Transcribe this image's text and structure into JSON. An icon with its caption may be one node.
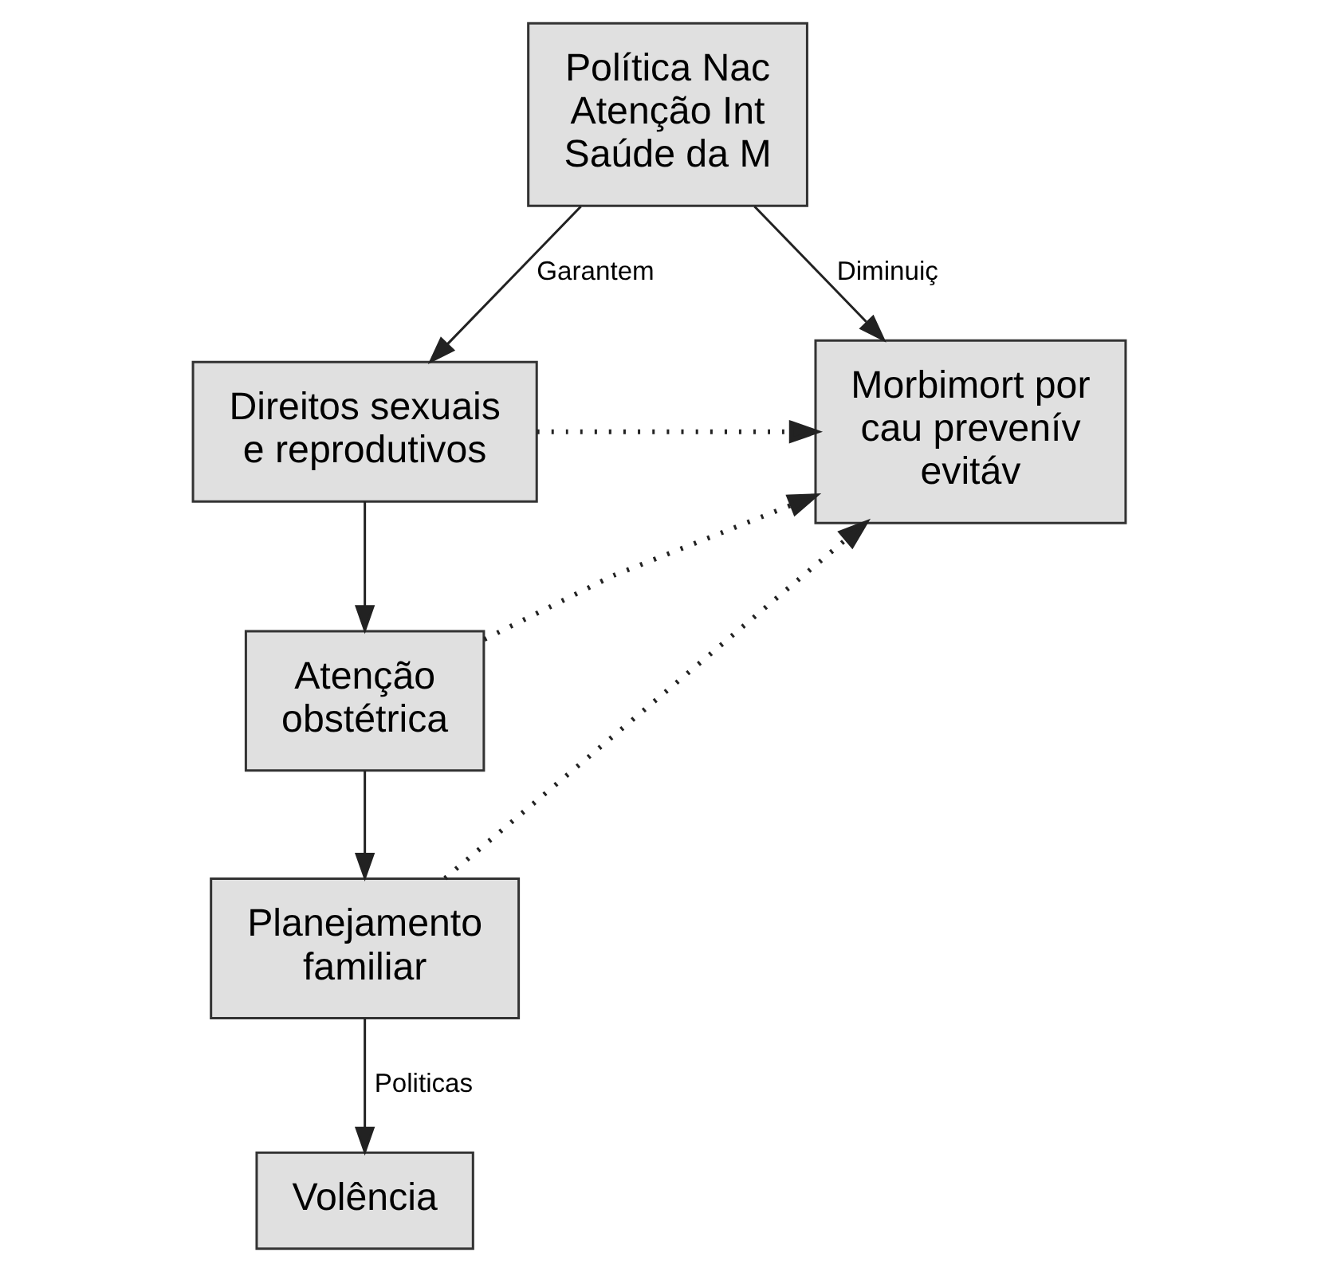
{
  "diagram": {
    "nodes": [
      {
        "text": [
          "Política Nac Atenção Int Saúde da M"
        ]
      },
      {
        "text": [
          "Direitos sexuais e reprodutivos"
        ]
      },
      {
        "text": [
          "Atenção obstétrica"
        ]
      },
      {
        "text": [
          "Planejamento familiar"
        ]
      },
      {
        "text": [
          "Volência"
        ]
      },
      {
        "text": [
          "Morbimort por cau prevenív evitáv"
        ]
      }
    ],
    "edges": [
      {
        "from": 0,
        "to": 1,
        "arrow": "to",
        "label": "Garantem"
      },
      {
        "from": 1,
        "to": 2,
        "arrow": "to"
      },
      {
        "from": 2,
        "to": 3,
        "arrow": "to"
      },
      {
        "from": 3,
        "to": 4,
        "arrow": "to",
        "label": "Politicas"
      },
      {
        "from": 0,
        "to": 5,
        "arrow": "to",
        "label": "Diminuiç"
      },
      {
        "from": 1,
        "to": 5,
        "arrow": "to",
        "style": "dashed"
      },
      {
        "from": 2,
        "to": 5,
        "arrow": "to",
        "style": "dashed"
      },
      {
        "from": 3,
        "to": 5,
        "arrow": "to",
        "style": "dashed"
      }
    ]
  }
}
